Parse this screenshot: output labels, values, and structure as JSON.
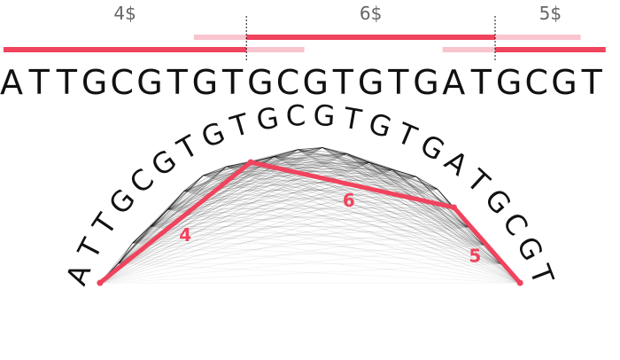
{
  "sequence": "ATTGCGTGTGCGTGTGATGCGT",
  "colors": {
    "accent": "#f0435d",
    "accent_light": "#f8c5ce",
    "web": "#000000",
    "text": "#111111",
    "muted": "#666666"
  },
  "segments": [
    {
      "label": "4$",
      "start": 0,
      "end": 10
    },
    {
      "label": "6$",
      "start": 8,
      "end": 18
    },
    {
      "label": "5$",
      "start": 18,
      "end": 22
    }
  ],
  "path": {
    "nodes": [
      0,
      8,
      17,
      21
    ],
    "labels": [
      "4",
      "6",
      "5"
    ]
  }
}
